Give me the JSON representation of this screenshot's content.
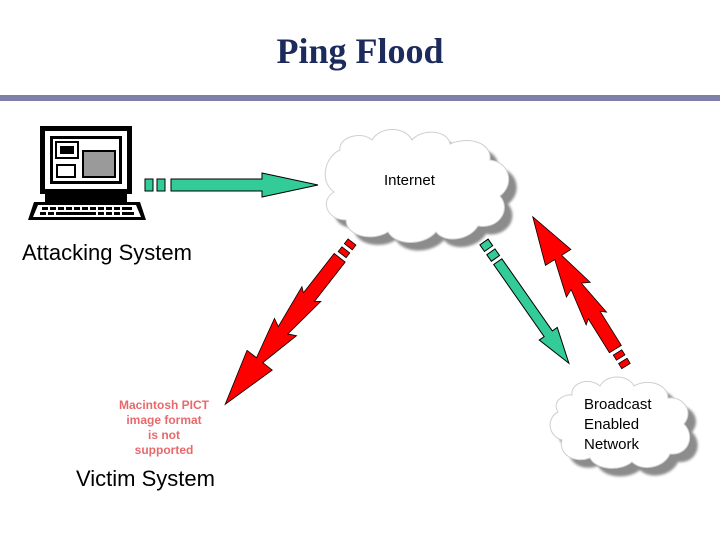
{
  "slide": {
    "title": "Ping Flood"
  },
  "nodes": {
    "attacking_system": "Attacking System",
    "internet": "Internet",
    "victim_system": "Victim System",
    "broadcast_network": [
      "Broadcast",
      "Enabled",
      "Network"
    ]
  },
  "placeholder": {
    "lines": [
      "Macintosh PICT",
      "image format",
      "is not supported"
    ]
  },
  "colors": {
    "title": "#1c2a5c",
    "rule": "#7f80a8",
    "green_arrow": "#33cc99",
    "red_arrow": "#ff0000",
    "cloud_shadow": "#8c8c8c",
    "placeholder_text": "#e8696c"
  },
  "icons": {
    "attacker": "computer-icon",
    "internet": "cloud-icon",
    "network": "cloud-icon"
  }
}
